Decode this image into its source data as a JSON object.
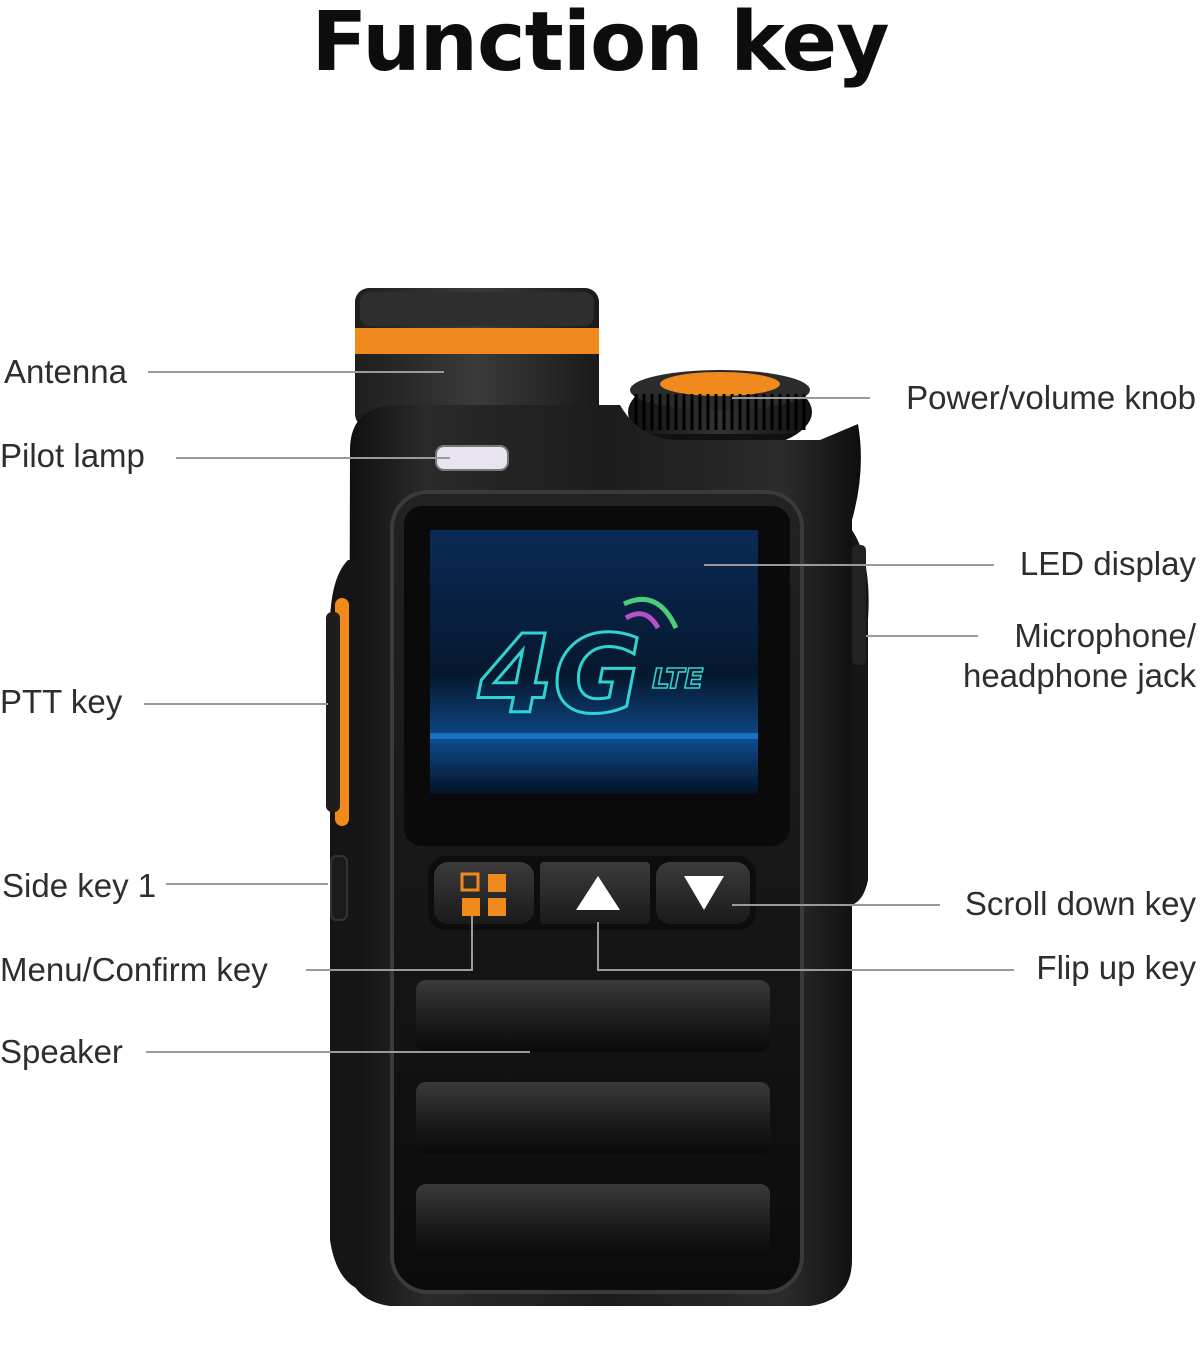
{
  "title": "Function key",
  "labels": {
    "antenna": "Antenna",
    "pilot_lamp": "Pilot lamp",
    "ptt_key": "PTT key",
    "side_key_1": "Side key 1",
    "menu_confirm_key": "Menu/Confirm key",
    "speaker": "Speaker",
    "power_volume_knob": "Power/volume knob",
    "led_display": "LED display",
    "mic_jack_line1": "Microphone/",
    "mic_jack_line2": "headphone jack",
    "scroll_down_key": "Scroll down key",
    "flip_up_key": "Flip up key"
  },
  "screen": {
    "network_text": "4G",
    "lte_text": "LTE"
  },
  "colors": {
    "accent_orange": "#f08a1c",
    "body_black": "#1b1b1b",
    "leader_line": "#9a9a9a",
    "screen_text_teal": "#2fd3d0"
  },
  "icons": {
    "menu_key": "grid-icon",
    "up_key": "triangle-up-icon",
    "down_key": "triangle-down-icon"
  }
}
